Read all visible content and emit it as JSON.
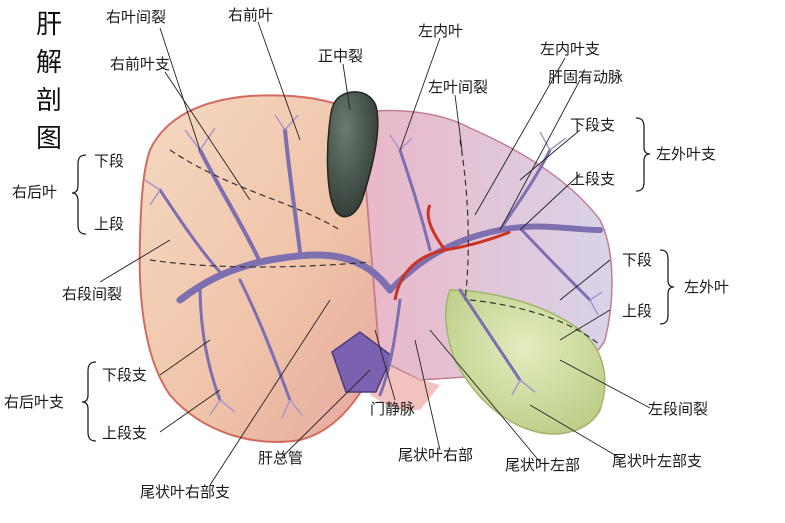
{
  "title_chars": [
    "肝",
    "解",
    "剖",
    "图"
  ],
  "labels": {
    "right_interlobar_fissure": "右叶间裂",
    "right_anterior_lobe": "右前叶",
    "right_anterior_branch": "右前叶支",
    "median_fissure": "正中裂",
    "left_medial_lobe": "左内叶",
    "left_medial_branch": "左内叶支",
    "left_interlobar_fissure": "左叶间裂",
    "proper_hepatic_artery": "肝固有动脉",
    "right_posterior_lobe": "右后叶",
    "rpl_inferior": "下段",
    "rpl_superior": "上段",
    "right_segmental_fissure": "右段间裂",
    "right_posterior_branch": "右后叶支",
    "rpb_inferior_branch": "下段支",
    "rpb_superior_branch": "上段支",
    "llb_inferior_branch": "下段支",
    "llb_superior_branch": "上段支",
    "left_lateral_branch": "左外叶支",
    "lll_inferior": "下段",
    "lll_superior": "上段",
    "left_lateral_lobe": "左外叶",
    "left_segmental_fissure": "左段间裂",
    "portal_vein": "门静脉",
    "common_hepatic_duct": "肝总管",
    "caudate_right_part": "尾状叶右部",
    "caudate_left_part": "尾状叶左部",
    "caudate_left_branch": "尾状叶左部支",
    "caudate_right_branch": "尾状叶右部支"
  },
  "colors": {
    "right_lobe": "#f2cbb0",
    "left_lobe_pink": "#e8b7c4",
    "left_lateral": "#d9d4e6",
    "caudate_green": "#cfdca3",
    "gallbladder": "#3f4d45",
    "portal_vein": "#7a62b0",
    "vessels": "#8a7db4",
    "artery": "#cc3322",
    "outline_red": "#d35a58"
  }
}
